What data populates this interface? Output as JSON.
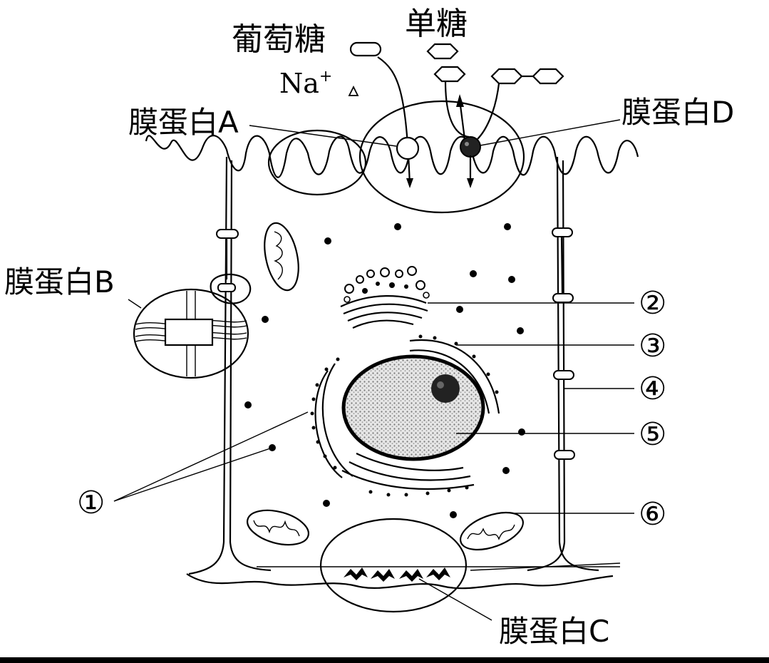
{
  "labels": {
    "glucose": "葡萄糖",
    "monosaccharide": "单糖",
    "sodium": "Na",
    "sodium_sup": "+",
    "protein_a": "膜蛋白A",
    "protein_b": "膜蛋白B",
    "protein_c": "膜蛋白C",
    "protein_d": "膜蛋白D",
    "n1": "①",
    "n2": "②",
    "n3": "③",
    "n4": "④",
    "n5": "⑤",
    "n6": "⑥"
  }
}
